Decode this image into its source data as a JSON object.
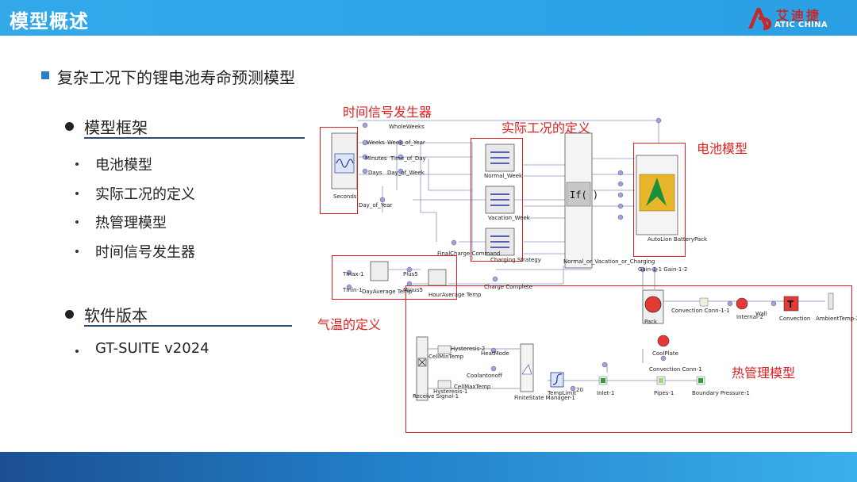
{
  "header": {
    "title": "模型概述",
    "logo_cn": "艾迪捷",
    "logo_en": "ATIC CHINA"
  },
  "content": {
    "heading": "复杂工况下的锂电池寿命预测模型",
    "sections": [
      {
        "title": "模型框架",
        "items": [
          "电池模型",
          "实际工况的定义",
          "热管理模型",
          "时间信号发生器"
        ]
      },
      {
        "title": "软件版本",
        "items": [
          "GT-SUITE v2024"
        ]
      }
    ]
  },
  "annotations": {
    "time_signal": "时间信号发生器",
    "operating_condition": "实际工况的定义",
    "battery_model": "电池模型",
    "air_temp": "气温的定义",
    "thermal_model": "热管理模型"
  },
  "diagram": {
    "labels": [
      "WholeWeeks",
      "Weeks",
      "Week_of_Year",
      "Minutes",
      "Time_of_Day",
      "Days",
      "Day_of_Week",
      "Seconds",
      "Day_of_Year",
      "Normal_Week",
      "Vacation_Week",
      "Charging Strategy",
      "FinalCharge Command",
      "Normal_or_Vacation_or_Charging",
      "Charge Complete",
      "AutoLion BatteryPack",
      "Gain-1-1 Gain-1-2",
      "Tmax-1",
      "Tmin-1",
      "DayAverage Temp",
      "Plus5",
      "Minus5",
      "HourAverage Temp",
      "Pack",
      "CoolPlate",
      "Convection Conn-1",
      "Convection Conn-1-1",
      "Internal-2",
      "Wall",
      "Convection",
      "AmbientTemp-2",
      "CellMinTemp",
      "Hysteresis-2",
      "HeatMode",
      "Coolantonoff",
      "Hysteresis-1",
      "CellMaxTemp",
      "Receive Signal-1",
      "FiniteState Manager-1",
      "TempLimit",
      "20",
      "Inlet-1",
      "Pipes-1",
      "Boundary Pressure-1"
    ]
  }
}
